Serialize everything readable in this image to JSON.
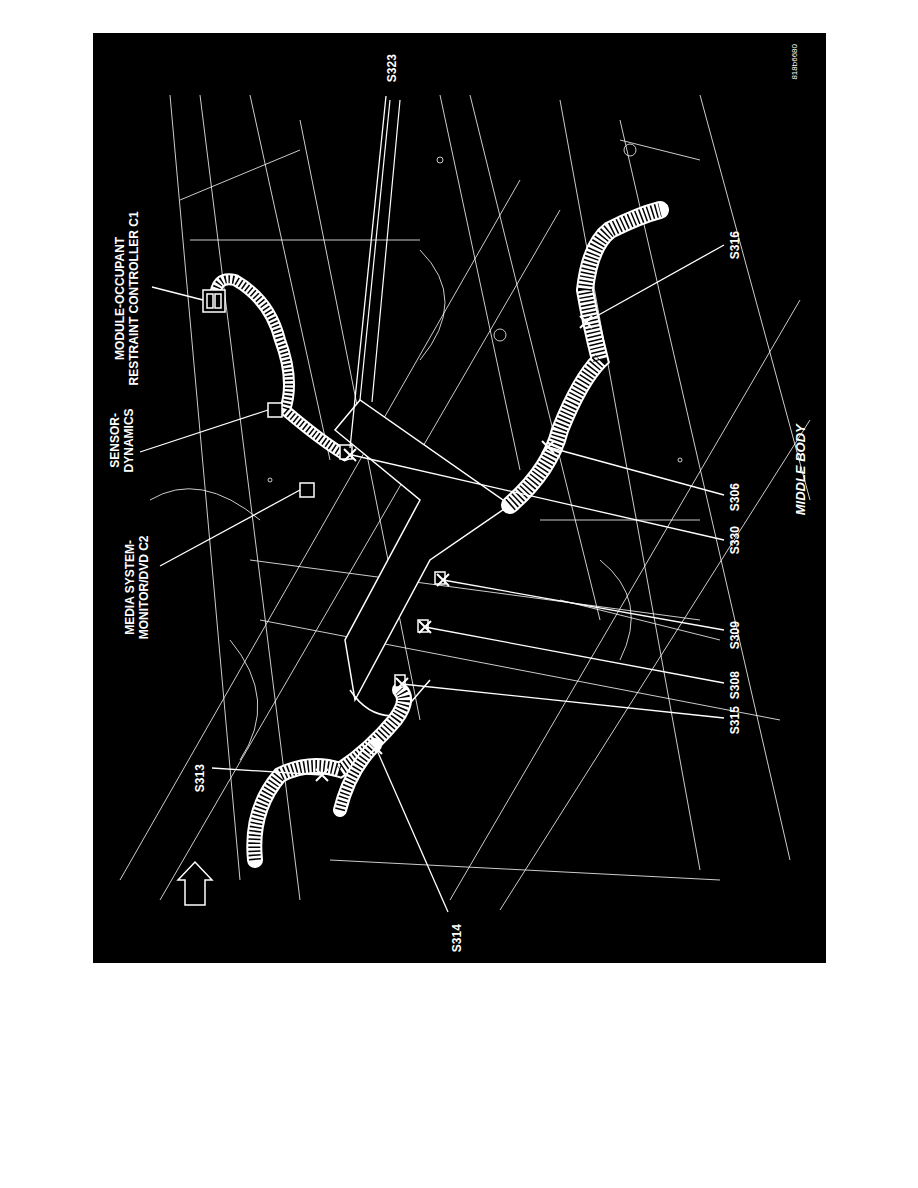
{
  "diagram": {
    "caption": "MIDDLE BODY",
    "labels": [
      "MODULE-OCCUPANT RESTRAINT CONTROLLER C1",
      "SENSOR- DYNAMICS",
      "MEDIA SYSTEM- MONITOR/DVD C2",
      "S323",
      "818b6680",
      "S313",
      "S314",
      "S315",
      "S308",
      "S309",
      "S330",
      "S306",
      "S316"
    ]
  }
}
